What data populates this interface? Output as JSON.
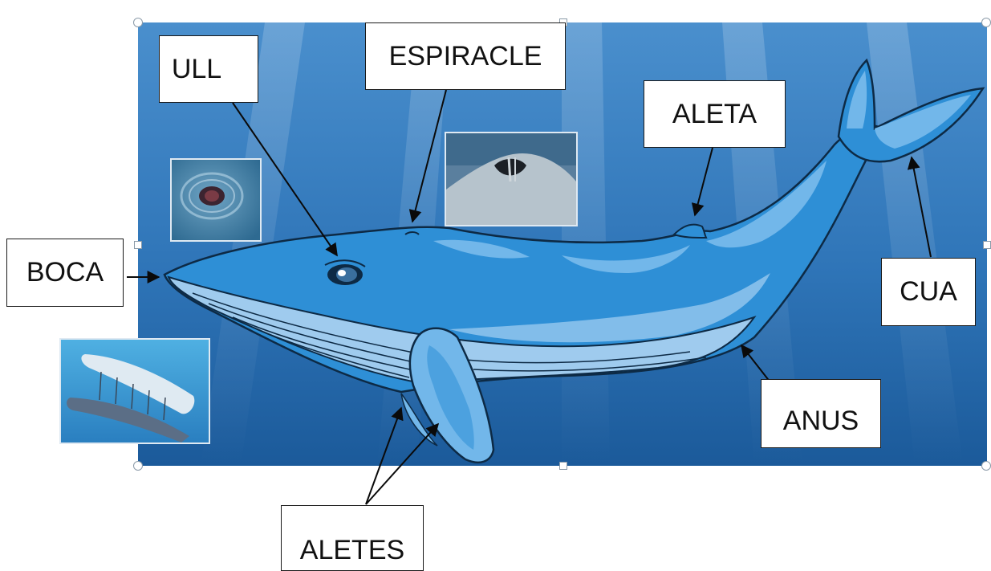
{
  "labels": {
    "ull": "ULL",
    "espiracle": "ESPIRACLE",
    "aleta": "ALETA",
    "boca": "BOCA",
    "cua": "CUA",
    "anus": "ANUS",
    "aletes": "ALETES"
  },
  "colors": {
    "ocean_top": "#3a82c4",
    "ocean_bottom": "#1d5e9f",
    "whale_body": "#2e8fd6",
    "whale_light": "#72b7ea",
    "whale_belly": "#9fcbee",
    "outline": "#0d2a45"
  }
}
